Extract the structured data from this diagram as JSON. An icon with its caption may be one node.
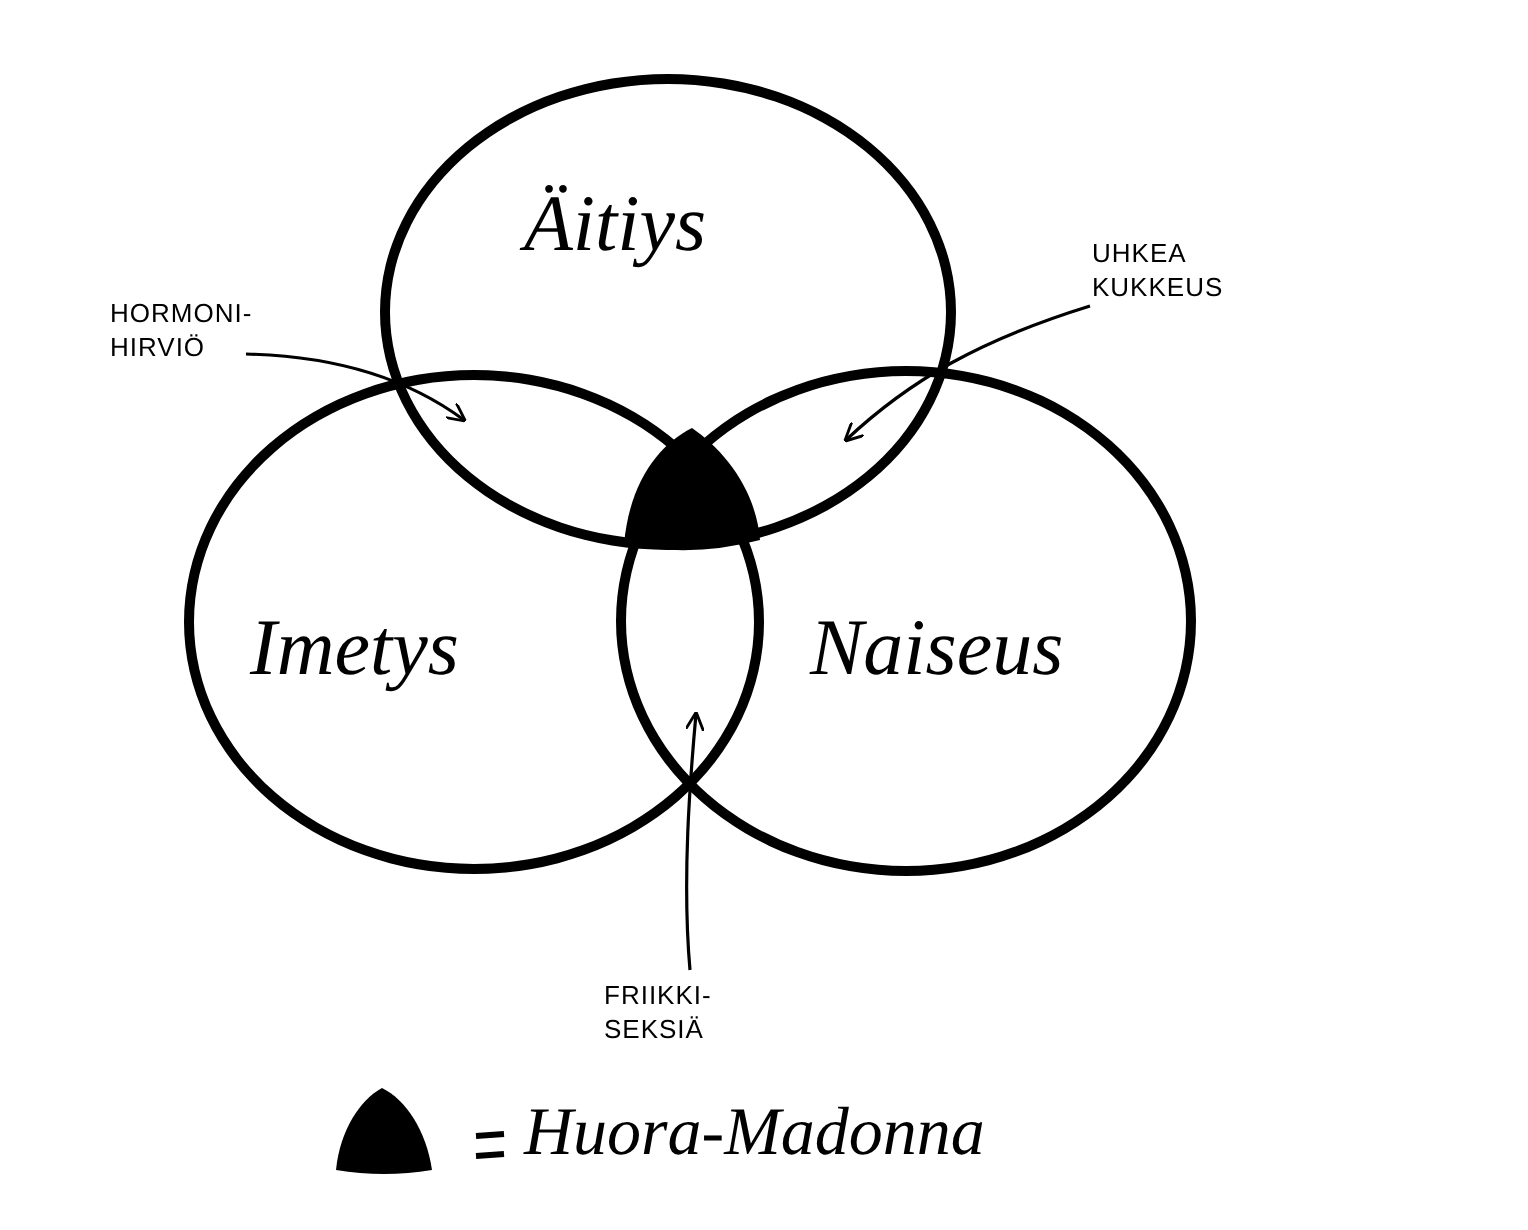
{
  "diagram": {
    "nodes": [
      {
        "text": [
          "Äitiys"
        ]
      },
      {
        "text": [
          "Imetys"
        ]
      },
      {
        "text": [
          "Naiseus"
        ]
      },
      {
        "text": [
          "HORMONI- HIRVIÖ"
        ]
      },
      {
        "text": [
          "UHKEA KUKKEUS"
        ]
      },
      {
        "text": [
          "FRIIKKI- SEKSIÄ"
        ]
      }
    ],
    "edges": [
      {
        "from": 3,
        "to": 0,
        "arrow": "to"
      },
      {
        "from": 4,
        "to": 0,
        "arrow": "to"
      },
      {
        "from": 5,
        "to": 1,
        "arrow": "to"
      }
    ],
    "legend": [
      {
        "text": "Huora-Madonna",
        "color": "#000000"
      }
    ]
  }
}
